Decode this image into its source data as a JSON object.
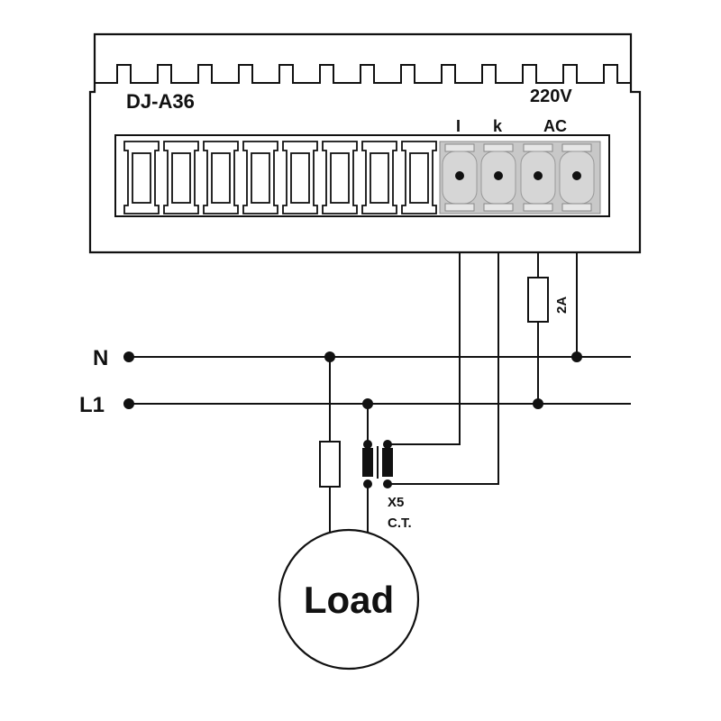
{
  "device": {
    "model": "DJ-A36",
    "voltage": "220V"
  },
  "terminals": [
    {
      "label": "I"
    },
    {
      "label": "k"
    },
    {
      "label": "AC"
    }
  ],
  "fuse": {
    "rating": "2A"
  },
  "lines": {
    "neutral": "N",
    "phase": "L1"
  },
  "ct": {
    "ratio": "X5",
    "name": "C.T."
  },
  "load": {
    "label": "Load"
  },
  "colors": {
    "line": "#111111",
    "terminal_fill": "#c8c8c8",
    "background": "#ffffff"
  }
}
